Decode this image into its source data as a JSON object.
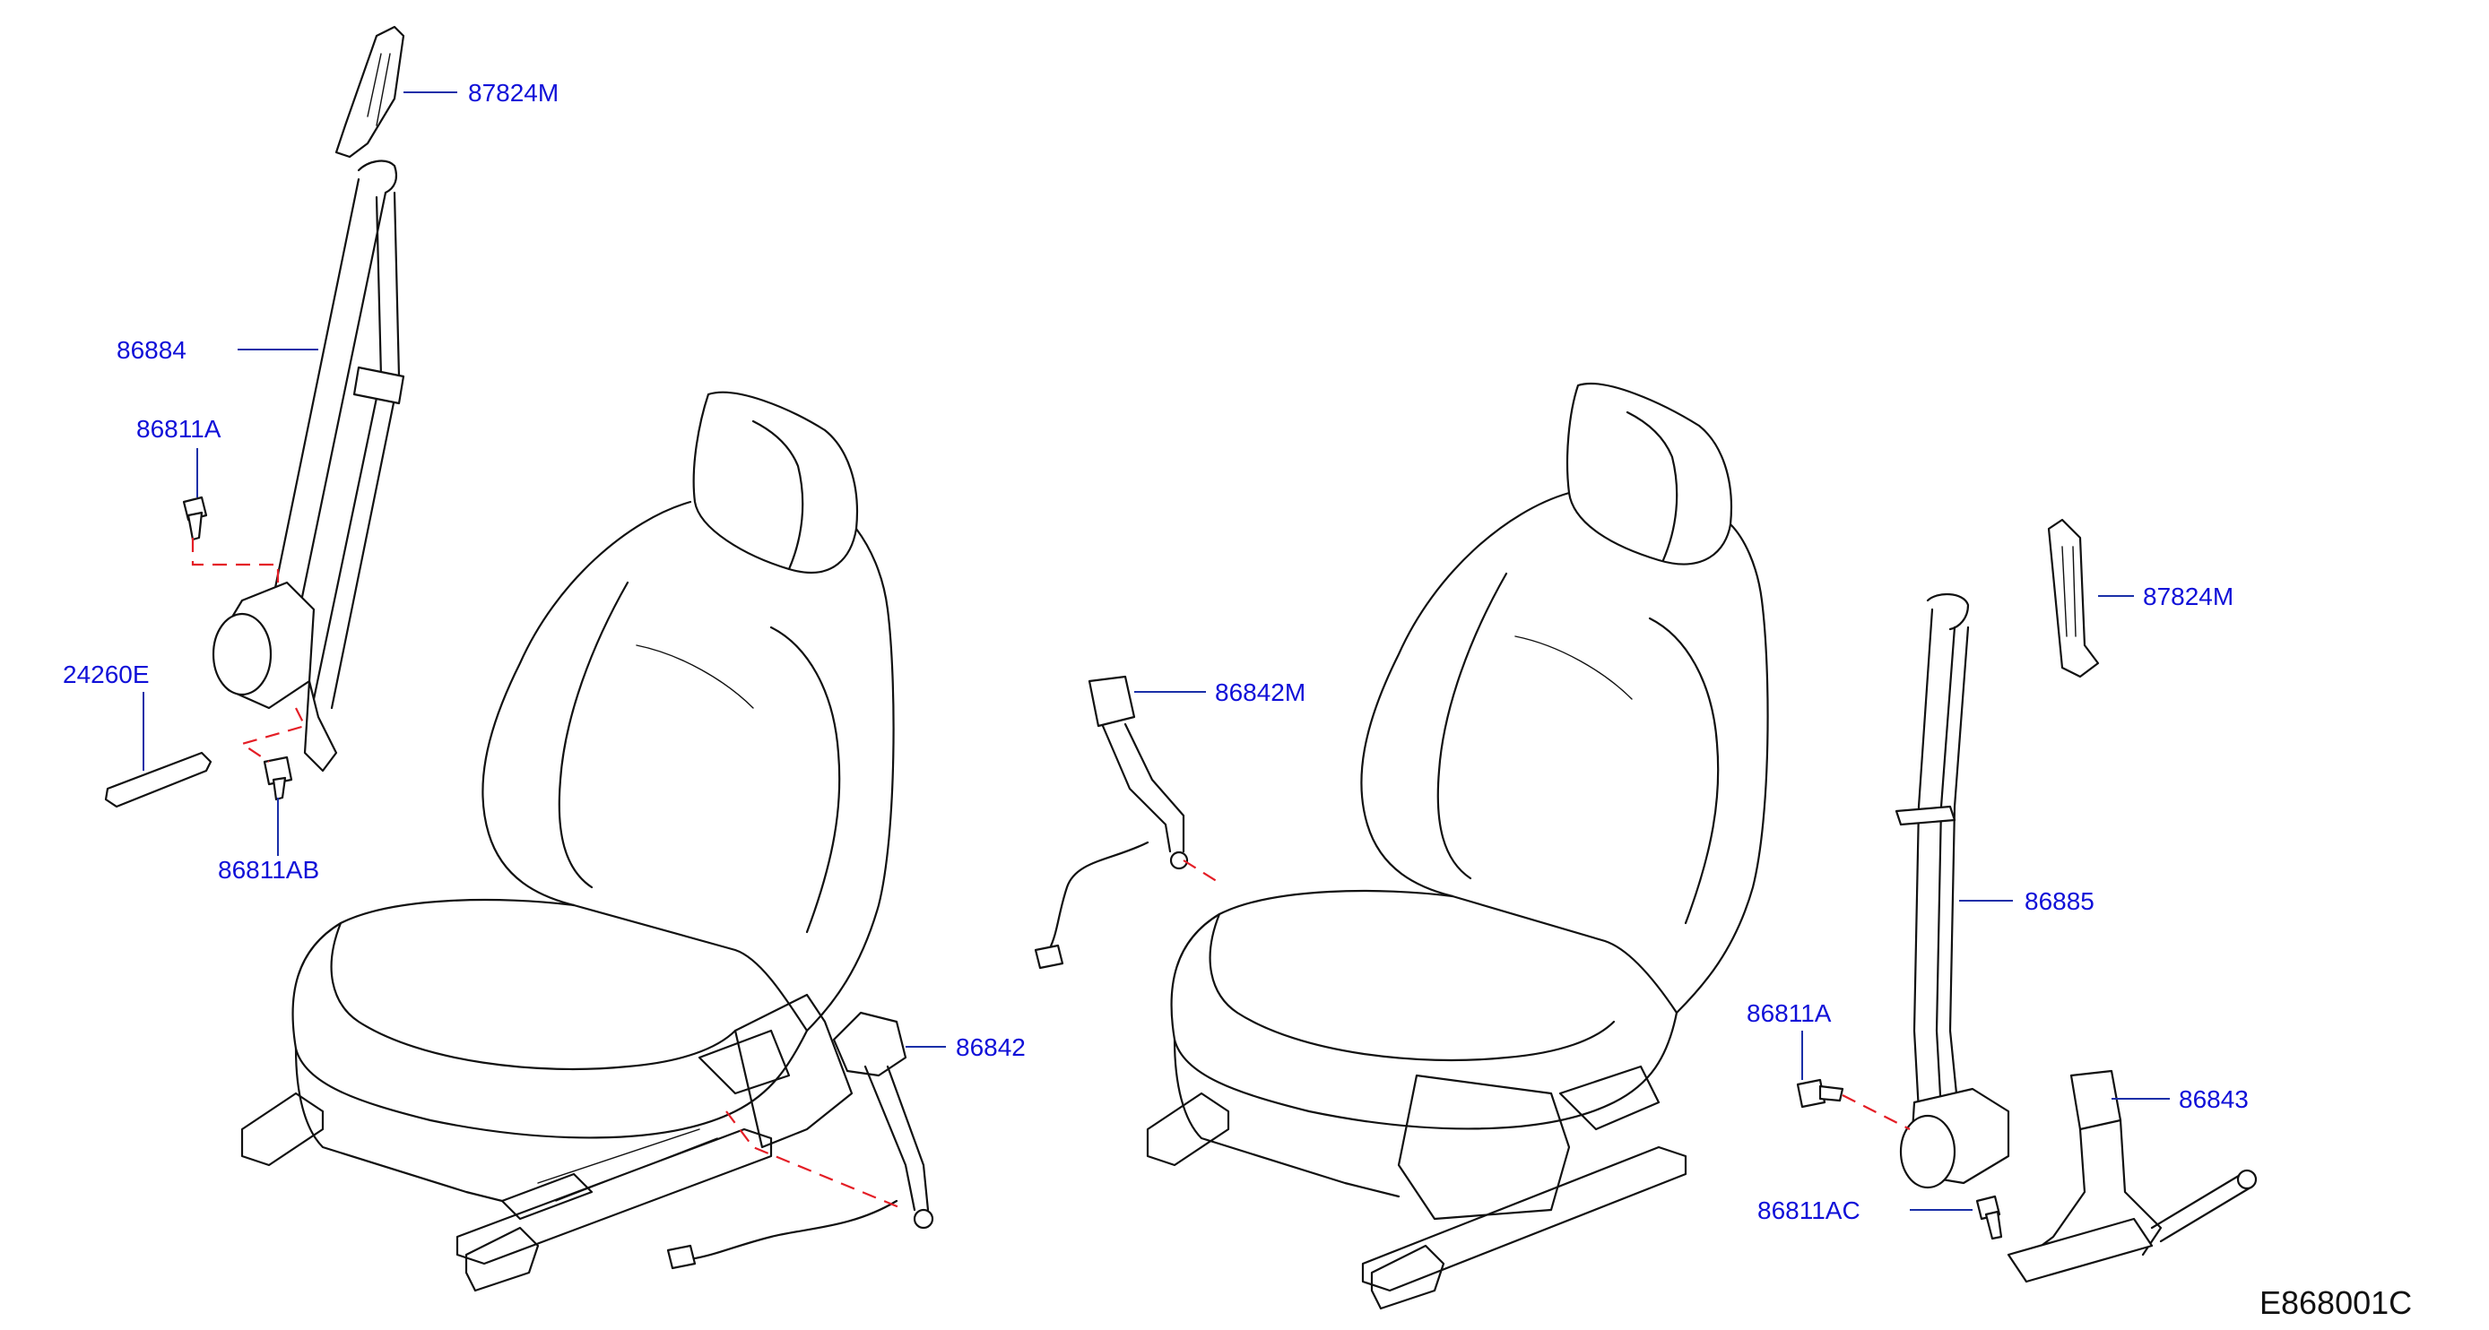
{
  "diagram": {
    "drawing_code": "E868001C",
    "callouts": {
      "lh_guide_upper": "87824M",
      "lh_belt": "86884",
      "lh_bolt_a": "86811A",
      "lh_cover": "24260E",
      "lh_bolt_ab": "86811AB",
      "rh_buckle_m": "86842M",
      "lh_buckle": "86842",
      "rh_guide": "87824M",
      "rh_belt": "86885",
      "rh_bolt_a": "86811A",
      "rh_buckle_stalk": "86843",
      "rh_bolt_ac": "86811AC"
    }
  },
  "colors": {
    "callout_text": "#1010d8",
    "leader_line": "#1a2fa8",
    "assembly_dash": "#e41e26",
    "line_art": "#111111"
  }
}
